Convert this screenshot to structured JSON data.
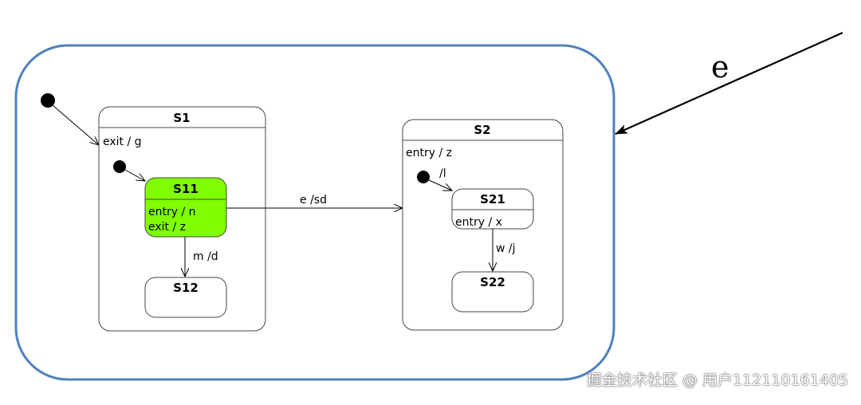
{
  "event": {
    "label": "e"
  },
  "states": {
    "s1": {
      "name": "S1",
      "action": "exit / g"
    },
    "s11": {
      "name": "S11",
      "entry": "entry / n",
      "exit": "exit / z",
      "fill": "#7fff00"
    },
    "s12": {
      "name": "S12"
    },
    "s2": {
      "name": "S2",
      "action": "entry / z"
    },
    "s21": {
      "name": "S21",
      "action": "entry / x"
    },
    "s22": {
      "name": "S22"
    }
  },
  "transitions": {
    "s11_s12": "m /d",
    "s11_s2": "e /sd",
    "init_s21": "/l",
    "s21_s22": "w /j"
  },
  "colors": {
    "outer_border": "#4f81bd"
  },
  "watermark": {
    "text": "掘金技术社区 @ 用户112110161405"
  }
}
